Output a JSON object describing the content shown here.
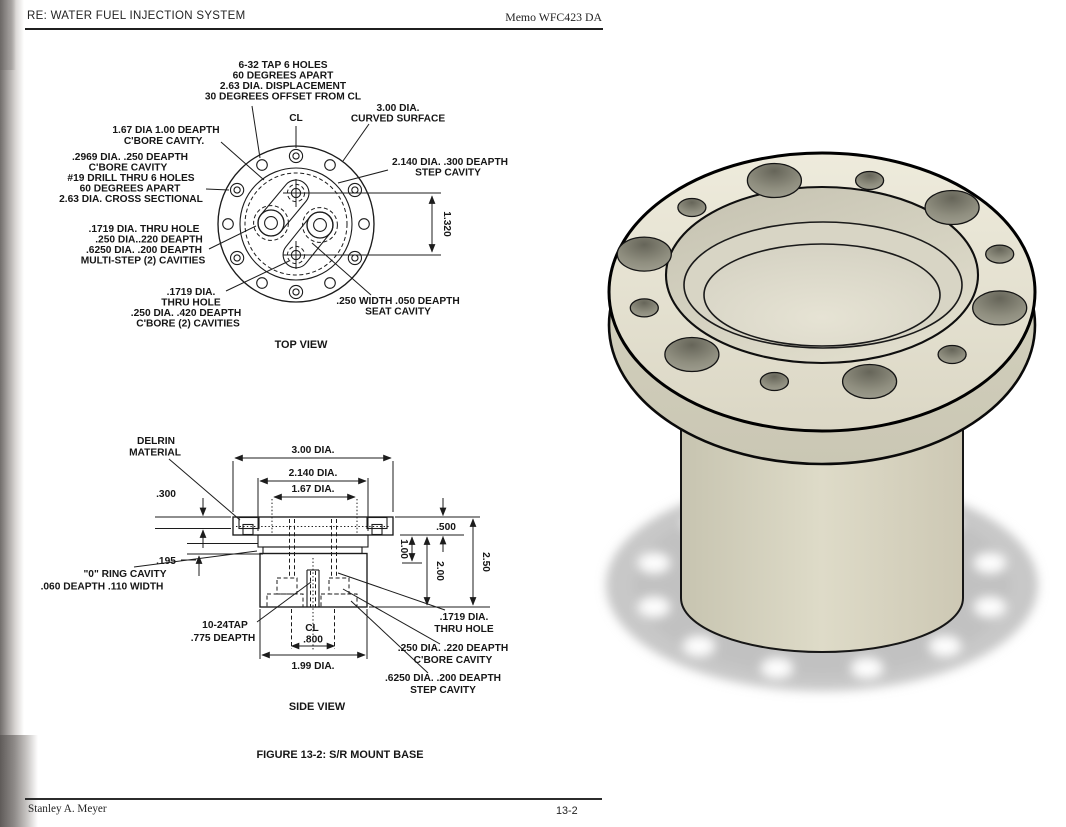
{
  "header": {
    "title": "RE: WATER FUEL INJECTION SYSTEM",
    "memo": "Memo WFC423 DA"
  },
  "footer": {
    "author": "Stanley A. Meyer",
    "page": "13-2"
  },
  "figure": {
    "caption": "FIGURE 13-2: S/R MOUNT BASE"
  },
  "colors": {
    "paper": "#ffffff",
    "ink": "#1a1a1a",
    "part_face": "#e7e4d3",
    "part_body": "#d9d6c3",
    "part_hole": "#8f8e7f",
    "shadow": "#c7c7c7"
  },
  "top_view": {
    "caption": "TOP VIEW",
    "cl": "CL",
    "dim_1320": "1.320",
    "ann": {
      "tap": [
        "6-32 TAP 6 HOLES",
        "60 DEGREES APART",
        "2.63 DIA. DISPLACEMENT",
        "30 DEGREES OFFSET FROM CL"
      ],
      "cbore167": [
        "1.67 DIA 1.00 DEAPTH",
        "C'BORE CAVITY."
      ],
      "drill": [
        ".2969 DIA. .250 DEAPTH",
        "C'BORE CAVITY",
        "#19 DRILL THRU 6 HOLES",
        "60 DEGREES APART",
        "2.63 DIA. CROSS SECTIONAL"
      ],
      "multistep": [
        ".1719 DIA. THRU HOLE",
        ".250 DIA..220 DEAPTH",
        ".6250 DIA. .200 DEAPTH",
        "MULTI-STEP (2) CAVITIES"
      ],
      "thru": [
        ".1719 DIA.",
        "THRU HOLE",
        ".250 DIA. .420 DEAPTH",
        "C'BORE  (2) CAVITIES"
      ],
      "curved": [
        "3.00 DIA.",
        "CURVED SURFACE"
      ],
      "step": [
        "2.140 DIA. .300 DEAPTH",
        "STEP CAVITY"
      ],
      "seat": [
        ".250 WIDTH .050 DEAPTH",
        "SEAT CAVITY"
      ]
    }
  },
  "side_view": {
    "caption": "SIDE VIEW",
    "material": [
      "DELRIN",
      "MATERIAL"
    ],
    "dim": {
      "d300": "3.00 DIA.",
      "d2140": "2.140 DIA.",
      "d167": "1.67 DIA.",
      "t300": ".300",
      "t195": ".195",
      "r500": ".500",
      "r100": "1.00",
      "r200": "2.00",
      "r250": "2.50",
      "cl": "CL",
      "d800": ".800",
      "d199": "1.99 DIA."
    },
    "ann": {
      "oring": [
        "\"0\" RING CAVITY",
        ".060 DEAPTH .110 WIDTH"
      ],
      "tap": [
        "10-24TAP",
        ".775 DEAPTH"
      ],
      "thru": [
        ".1719 DIA.",
        "THRU HOLE"
      ],
      "cbore": [
        ".250 DIA. .220 DEAPTH",
        "C'BORE CAVITY"
      ],
      "step": [
        ".6250 DIA.  .200 DEAPTH",
        "STEP CAVITY"
      ]
    }
  }
}
